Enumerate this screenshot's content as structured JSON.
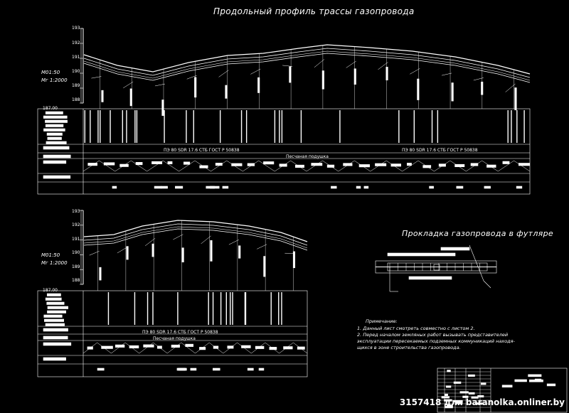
{
  "titles": {
    "main": "Продольный профиль трассы газопровода",
    "casing": "Прокладка газопровода в футляре"
  },
  "scale_labels": {
    "vertical": "М01:50",
    "horizontal": "Мг 1:2000"
  },
  "elevation_ticks": [
    "193",
    "192",
    "191",
    "190",
    "189",
    "188"
  ],
  "datum_label": "187.00",
  "pipe_spec": "ПЭ 80 SDR 17.6 СТБ ГОСТ Р 50838",
  "bedding_label": "Песчаная подушка",
  "notes": {
    "heading": "Примечание:",
    "lines": [
      "1. Данный лист смотреть совместно с листом 2.",
      "2. Перед началом земляных работ вызывать представителей",
      "эксплуатации пересекаемых подземных коммуникаций находя-",
      "щихся в зоне строительства газопровода."
    ]
  },
  "watermark": "3157418 для baranolka.onliner.by",
  "colors": {
    "background": "#000000",
    "lines": "#ffffff"
  }
}
